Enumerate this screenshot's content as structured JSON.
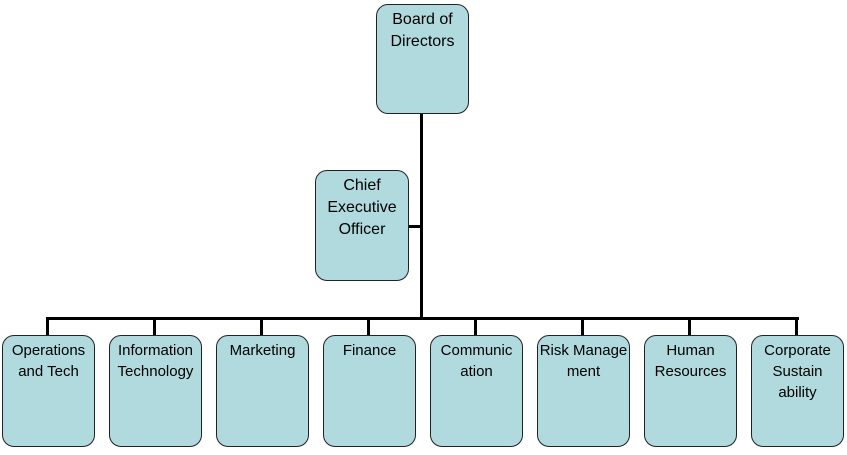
{
  "top": {
    "label": "Board of Directors"
  },
  "ceo": {
    "label": "Chief Executive Officer"
  },
  "departments": [
    {
      "label": "Operations and Tech"
    },
    {
      "label": "Information Technology"
    },
    {
      "label": "Marketing"
    },
    {
      "label": "Finance"
    },
    {
      "label": "Communic ation"
    },
    {
      "label": "Risk Manage ment"
    },
    {
      "label": "Human Resources"
    },
    {
      "label": "Corporate Sustain ability"
    }
  ],
  "colors": {
    "box": "#b0dade",
    "line": "#000000"
  }
}
